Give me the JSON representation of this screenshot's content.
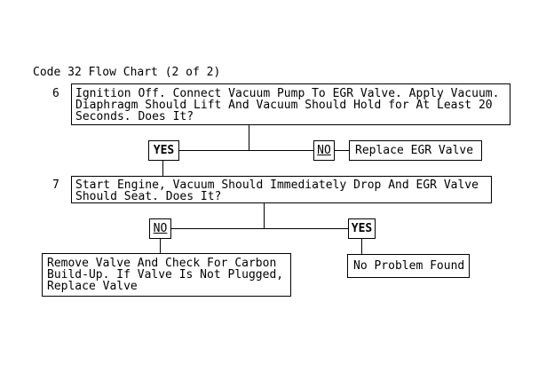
{
  "flowchart": {
    "title": "Code 32 Flow Chart (2 of 2)",
    "colors": {
      "ink": "#000000",
      "paper": "#ffffff"
    },
    "step6": {
      "number": "6",
      "question_lines": [
        "Ignition Off. Connect Vacuum Pump To EGR Valve. Apply Vacuum.",
        "Diaphragm Should Lift And Vacuum Should Hold for At Least 20",
        "Seconds. Does It?"
      ],
      "yes_label": "YES",
      "no_label": "NO",
      "no_result": "Replace EGR Valve"
    },
    "step7": {
      "number": "7",
      "question_lines": [
        "Start Engine, Vacuum Should Immediately Drop And EGR Valve",
        "Should Seat. Does It?"
      ],
      "no_label": "NO",
      "yes_label": "YES",
      "no_result_lines": [
        "Remove Valve And Check For Carbon",
        "Build-Up. If Valve Is Not Plugged,",
        "Replace Valve"
      ],
      "yes_result": "No Problem Found"
    }
  }
}
